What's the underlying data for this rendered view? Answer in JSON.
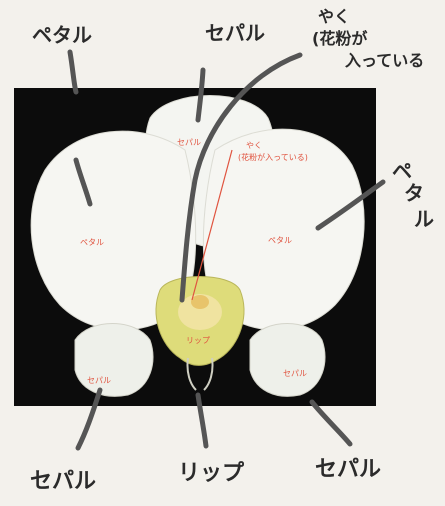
{
  "colors": {
    "background_paper": "#f3f1ec",
    "photo_background": "#0c0c0c",
    "petal_white": "#f6f6f2",
    "center_yellow": "#d9d65a",
    "red_line": "#e0533f",
    "marker_gray": "#555555"
  },
  "handwritten_labels": {
    "petal_top_left": "ペタル",
    "sepal_top": "セパル",
    "anther_line1": "やく",
    "anther_line2": "(花粉が",
    "anther_line3": "入っている",
    "petal_right_1": "ペ",
    "petal_right_2": "タ",
    "petal_right_3": "ル",
    "sepal_bottom_left": "セパル",
    "lip_bottom": "リップ",
    "sepal_bottom_right": "セパル"
  },
  "photo_labels": {
    "sepal_top": "セパル",
    "anther_1": "やく",
    "anther_2": "(花粉が入っている)",
    "petal_left": "ペタル",
    "petal_right": "ペタル",
    "lip": "リップ",
    "sepal_left": "セパル",
    "sepal_right": "セパル"
  }
}
